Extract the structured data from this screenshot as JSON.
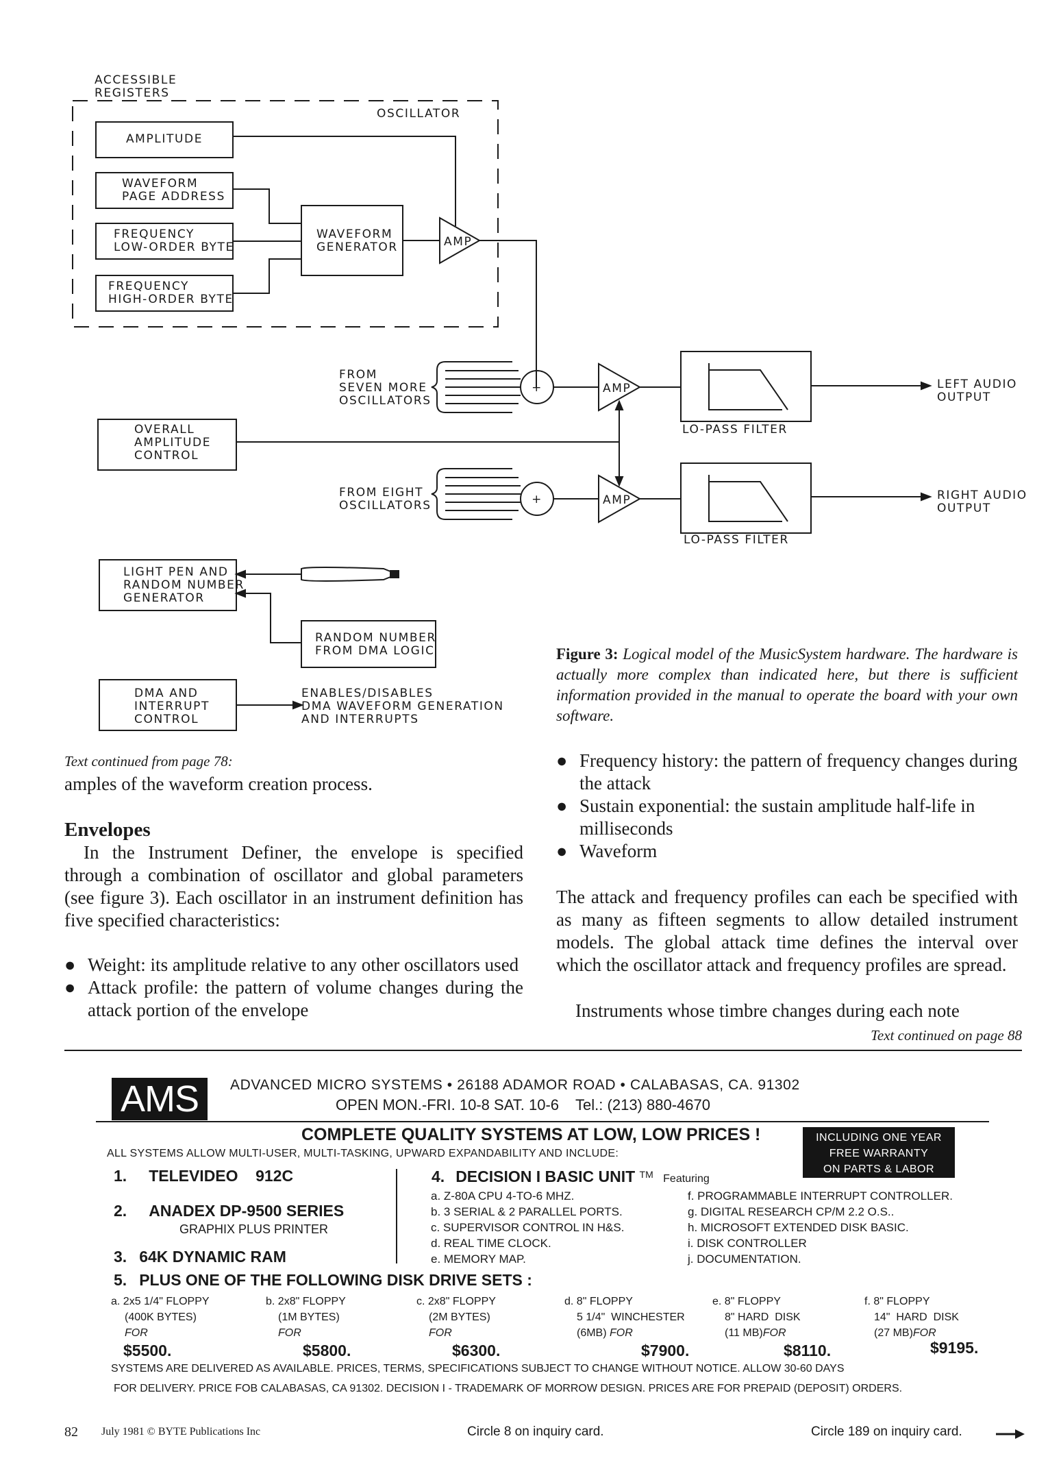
{
  "diagram": {
    "accessible_registers": [
      "ACCESSIBLE",
      "REGISTERS"
    ],
    "oscillator_label": "OSCILLATOR",
    "amplitude": "AMPLITUDE",
    "waveform_page": [
      "WAVEFORM",
      "PAGE ADDRESS"
    ],
    "freq_low": [
      "FREQUENCY",
      "LOW-ORDER BYTE"
    ],
    "freq_high": [
      "FREQUENCY",
      "HIGH-ORDER BYTE"
    ],
    "waveform_generator": [
      "WAVEFORM",
      "GENERATOR"
    ],
    "amp": "AMP",
    "plus": "+",
    "from_seven": [
      "FROM",
      "SEVEN MORE",
      "OSCILLATORS"
    ],
    "from_eight": [
      "FROM EIGHT",
      "OSCILLATORS"
    ],
    "overall_amp": [
      "OVERALL",
      "AMPLITUDE",
      "CONTROL"
    ],
    "lo_pass": "LO-PASS FILTER",
    "left_output": [
      "LEFT AUDIO",
      "OUTPUT"
    ],
    "right_output": [
      "RIGHT AUDIO",
      "OUTPUT"
    ],
    "light_pen": [
      "LIGHT PEN AND",
      "RANDOM NUMBER",
      "GENERATOR"
    ],
    "random_dma": [
      "RANDOM NUMBER",
      "FROM DMA LOGIC"
    ],
    "dma_interrupt": [
      "DMA AND",
      "INTERRUPT",
      "CONTROL"
    ],
    "enables": [
      "ENABLES/DISABLES",
      "DMA WAVEFORM GENERATION",
      "AND INTERRUPTS"
    ]
  },
  "caption": {
    "label": "Figure 3:",
    "text": "Logical model of the MusicSystem hardware. The hardware is actually more complex than indicated here, but there is sufficient information provided in the manual to operate the board with your own software."
  },
  "left_column": {
    "continued_from": "Text continued from page 78:",
    "intro": "amples of the waveform creation process.",
    "heading": "Envelopes",
    "paragraph": "In the Instrument Definer, the envelope is specified through a combination of oscillator and global parameters (see figure 3). Each oscillator in an instrument definition has five specified characteristics:",
    "bullets": [
      "Weight: its amplitude relative to any other oscillators used",
      "Attack profile: the pattern of volume changes during the attack portion of the envelope"
    ]
  },
  "right_column": {
    "bullets": [
      "Frequency history: the pattern of frequency changes during the attack",
      "Sustain exponential: the sustain amplitude half-life in milliseconds",
      "Waveform"
    ],
    "paragraph": "The attack and frequency profiles can each be specified with as many as fifteen segments to allow detailed instrument models. The global attack time defines the interval over which the oscillator attack and frequency profiles are spread.",
    "last_line": "Instruments whose timbre changes during each note",
    "continued_on": "Text continued on page 88"
  },
  "ad": {
    "logo": "AMS",
    "line1": "ADVANCED MICRO SYSTEMS • 26188 ADAMOR ROAD • CALABASAS, CA. 91302",
    "line2": "OPEN MON.-FRI. 10-8 SAT. 10-6    Tel.: (213) 880-4670",
    "headline": "COMPLETE QUALITY SYSTEMS AT LOW, LOW PRICES !",
    "warranty": [
      "INCLUDING ONE YEAR",
      "FREE WARRANTY",
      "ON PARTS & LABOR"
    ],
    "subhead": "ALL SYSTEMS ALLOW MULTI-USER, MULTI-TASKING, UPWARD EXPANDABILITY AND INCLUDE:",
    "item1": {
      "num": "1.",
      "text": "TELEVIDEO    912C"
    },
    "item2": {
      "num": "2.",
      "text": "ANADEX DP-9500 SERIES",
      "sub": "GRAPHIX PLUS PRINTER"
    },
    "item3": {
      "num": "3.",
      "text": "64K DYNAMIC RAM"
    },
    "item4": {
      "num": "4.",
      "text": "DECISION I BASIC UNIT",
      "tm": "TM",
      "featuring": "Featuring"
    },
    "features_left": [
      "a. Z-80A CPU 4-TO-6 MHZ.",
      "b. 3 SERIAL & 2 PARALLEL PORTS.",
      "c. SUPERVISOR CONTROL IN H&S.",
      "d. REAL TIME CLOCK.",
      "e. MEMORY MAP."
    ],
    "features_right": [
      "f. PROGRAMMABLE INTERRUPT CONTROLLER.",
      "g. DIGITAL RESEARCH CP/M 2.2 O.S..",
      "h. MICROSOFT EXTENDED DISK BASIC.",
      "i. DISK CONTROLLER",
      "j. DOCUMENTATION."
    ],
    "item5": {
      "num": "5.",
      "text": "PLUS ONE OF THE FOLLOWING DISK DRIVE SETS :"
    },
    "drives": [
      {
        "l1": "a. 2x5 1/4\" FLOPPY",
        "l2": "(400K  BYTES)",
        "for": "FOR",
        "price": "$5500."
      },
      {
        "l1": "b. 2x8\"  FLOPPY",
        "l2": "(1M  BYTES)",
        "for": "FOR",
        "price": "$5800."
      },
      {
        "l1": "c. 2x8\"  FLOPPY",
        "l2": "(2M  BYTES)",
        "for": "FOR",
        "price": "$6300."
      },
      {
        "l1": "d. 8\"  FLOPPY",
        "l2": "5 1/4\"  WINCHESTER",
        "l3": "(6MB)",
        "for": "FOR",
        "price": "$7900."
      },
      {
        "l1": "e. 8\"  FLOPPY",
        "l2": "8\" HARD  DISK",
        "l3": "(11 MB)",
        "for": "FOR",
        "price": "$8110."
      },
      {
        "l1": "f. 8\"  FLOPPY",
        "l2": "14\"  HARD  DISK",
        "l3": "(27 MB)",
        "for": "FOR",
        "price": "$9195."
      }
    ],
    "fine1": "SYSTEMS ARE DELIVERED AS AVAILABLE. PRICES, TERMS, SPECIFICATIONS SUBJECT TO CHANGE WITHOUT NOTICE. ALLOW 30-60 DAYS",
    "fine2": "FOR DELIVERY. PRICE FOB CALABASAS, CA 91302. DECISION I - TRADEMARK OF MORROW DESIGN. PRICES ARE FOR PREPAID (DEPOSIT) ORDERS."
  },
  "footer": {
    "page_number": "82",
    "publication": "July 1981 © BYTE Publications Inc",
    "circle1": "Circle 8 on inquiry card.",
    "circle2": "Circle 189 on inquiry card."
  }
}
